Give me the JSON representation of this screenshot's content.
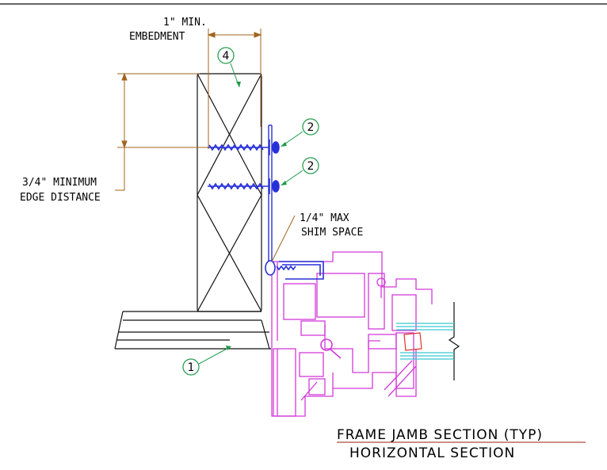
{
  "colors": {
    "dimension": "#a0641e",
    "title": "#9a1d10",
    "bubble": "#1f9a48",
    "screw": "#2830d8",
    "frame": "#d23ad8",
    "wood": "#111111",
    "glass": "#38c6d0",
    "gasket": "#e0302a"
  },
  "labels": {
    "embedment_line1": "1\" MIN.",
    "embedment_line2": "EMBEDMENT",
    "edge_line1": "3/4\" MINIMUM",
    "edge_line2": "EDGE DISTANCE",
    "shim_line1": "1/4\" MAX",
    "shim_line2": "SHIM SPACE"
  },
  "bubbles": {
    "b1": "1",
    "b2a": "2",
    "b2b": "2",
    "b4": "4"
  },
  "title": {
    "line1": "FRAME JAMB SECTION (TYP)",
    "line2": "HORIZONTAL SECTION"
  }
}
